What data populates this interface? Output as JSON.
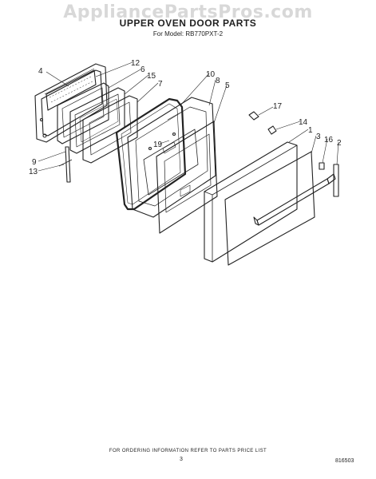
{
  "watermark": "AppliancePartsPros.com",
  "title": "UPPER OVEN DOOR PARTS",
  "subtitle": "For Model: RB770PXT-2",
  "callouts": [
    "4",
    "12",
    "6",
    "15",
    "7",
    "10",
    "8",
    "5",
    "17",
    "14",
    "1",
    "3",
    "16",
    "2",
    "19",
    "9",
    "13"
  ],
  "footer": "FOR ORDERING INFORMATION REFER TO PARTS PRICE LIST",
  "page_number": "3",
  "drawing_number": "816503"
}
